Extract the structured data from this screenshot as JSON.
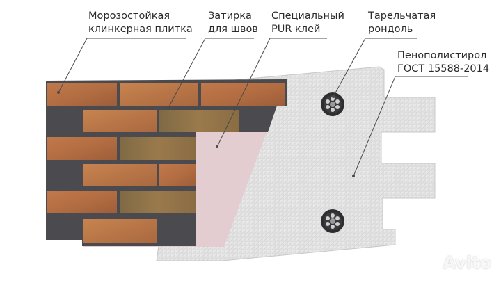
{
  "labels": {
    "tile": "Морозостойкая\nклинкерная плитка",
    "grout": "Затирка\nдля швов",
    "glue": "Специальный\nPUR клей",
    "washer": "Тарельчатая\nрондоль",
    "foam": "Пенополистирол\nГОСТ 15588-2014"
  },
  "watermark": {
    "text": "Avito"
  },
  "colors": {
    "brick_main": "#b9744a",
    "brick_dark": "#8c5a38",
    "grout": "#4a4a4f",
    "glue": "#e3cdd0",
    "foam": "#e5e5e6",
    "leader": "#4a4a4a",
    "label_text": "#2b2b2b"
  },
  "icons": {
    "washer": "washer-icon",
    "watermark": "avito-logo-icon"
  }
}
